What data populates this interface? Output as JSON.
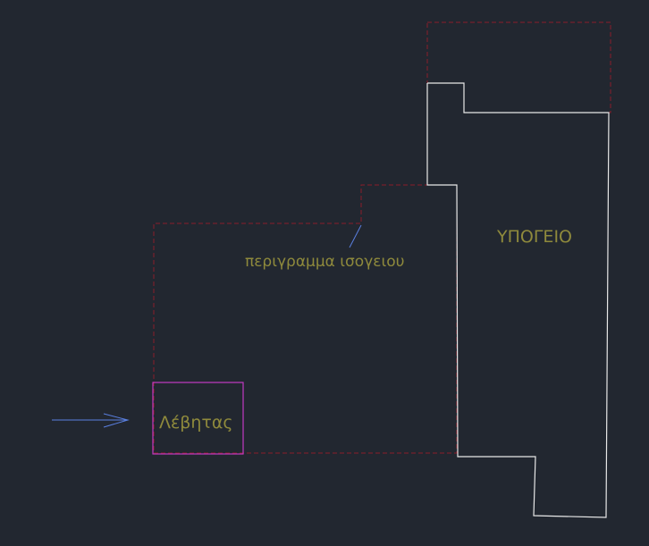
{
  "drawing": {
    "labels": {
      "basement": "ΥΠΟΓΕΙΟ",
      "ground_floor_outline": "περιγραμμα ισογειου",
      "boiler": "Λέβητας"
    },
    "colors": {
      "background": "#222730",
      "basement_outline": "#e8e8e8",
      "ground_floor_outline": "#8a1c2a",
      "boiler_outline": "#c23bc2",
      "leader_line": "#5a7fe0",
      "arrow": "#5a7fe0",
      "label_text": "#8f8a3c"
    },
    "icons": {
      "entry_arrow": "arrow-right-icon"
    }
  }
}
